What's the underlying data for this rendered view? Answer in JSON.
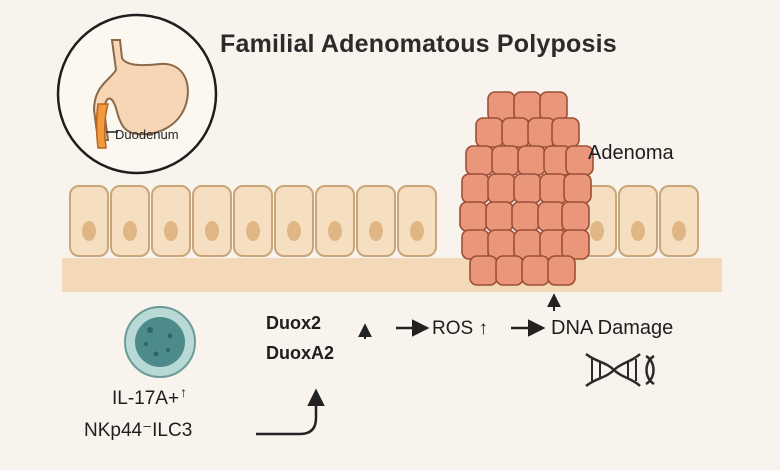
{
  "title": "Familial Adenomatous Polyposis",
  "inset": {
    "label": "Duodenum"
  },
  "tumor": {
    "label": "Adenoma"
  },
  "pathway": {
    "genes": [
      "Duox2",
      "DuoxA2"
    ],
    "up_arrow": "↑",
    "ros": "ROS ↑",
    "dna_damage": "DNA Damage",
    "il17a": "IL-17A+",
    "ilc3": "NKp44⁻ILC3"
  },
  "colors": {
    "background": "#f8f3ec",
    "cell_fill": "#f5dfc0",
    "cell_stroke": "#c9a57a",
    "nucleus": "#e0b784",
    "basement": "#f3d9b8",
    "adenoma_cell": "#e9967a",
    "adenoma_stroke": "#9c4f37",
    "immune_cell": "#b9d9d6",
    "immune_nucleus": "#4d8b8b",
    "arrow": "#222222",
    "duodenum": "#f19a3f",
    "stomach": "#f6d6b4"
  }
}
